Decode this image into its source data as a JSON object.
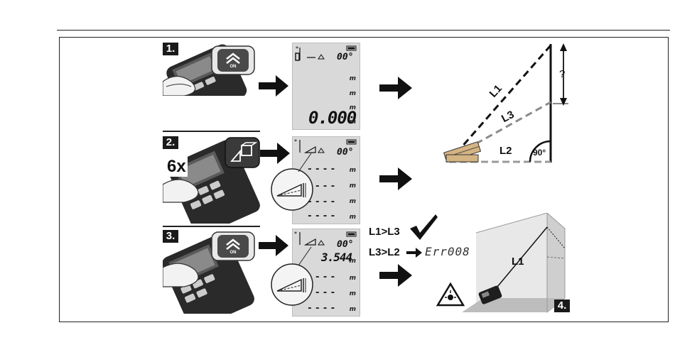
{
  "steps": {
    "step1": "1.",
    "step2": "2.",
    "step3": "3.",
    "step4": "4."
  },
  "buttons": {
    "on_label": "ON",
    "press_count": "6x"
  },
  "display": {
    "step1_value": "0.000",
    "step1_angle": "00°",
    "step2_angle": "00°",
    "step3_angle": "00°",
    "step3_value": "3.544",
    "unit": "m"
  },
  "diagram": {
    "l1": "L1",
    "l2": "L2",
    "l3": "L3",
    "angle": "90°",
    "unknown": "?",
    "room_l1": "L1"
  },
  "rules": {
    "rule1": "L1>L3",
    "rule2": "L3>L2",
    "error_code": "Err008"
  },
  "colors": {
    "dark": "#1a1a1a",
    "lcd_bg": "#d9d9d9",
    "laser_gray": "#9a9a9a"
  }
}
